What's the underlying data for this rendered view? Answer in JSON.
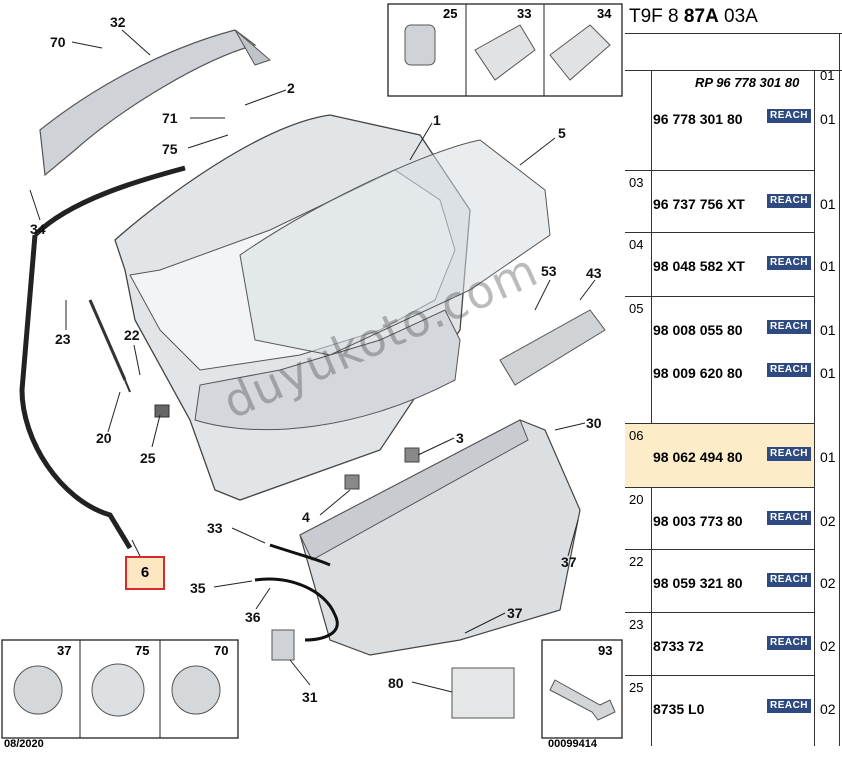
{
  "diagram": {
    "callouts": [
      "32",
      "70",
      "2",
      "71",
      "75",
      "1",
      "5",
      "34",
      "53",
      "43",
      "23",
      "22",
      "20",
      "25",
      "3",
      "30",
      "4",
      "33",
      "37",
      "6",
      "35",
      "36",
      "37",
      "31",
      "80"
    ],
    "highlighted_ref": "6",
    "watermark": "duyukoto.com",
    "date": "08/2020",
    "code": "00099414",
    "top_insets": [
      "25",
      "33",
      "34"
    ],
    "bottom_insets": [
      "37",
      "75",
      "70"
    ],
    "inset_93": "93"
  },
  "panel": {
    "header_prefix": "T9F 8 ",
    "header_bold": "87A",
    "header_suffix": " 03A",
    "rp_line": "RP 96 778 301 80",
    "rp_qty": "01",
    "reach_label": "REACH",
    "rows": [
      {
        "ref": "",
        "parts": [
          {
            "pn": "96 778 301 80",
            "qty": "01"
          }
        ]
      },
      {
        "ref": "03",
        "parts": [
          {
            "pn": "96 737 756 XT",
            "qty": "01"
          }
        ]
      },
      {
        "ref": "04",
        "parts": [
          {
            "pn": "98 048 582 XT",
            "qty": "01"
          }
        ]
      },
      {
        "ref": "05",
        "parts": [
          {
            "pn": "98 008 055 80",
            "qty": "01"
          },
          {
            "pn": "98 009 620 80",
            "qty": "01"
          }
        ]
      },
      {
        "ref": "06",
        "parts": [
          {
            "pn": "98 062 494 80",
            "qty": "01"
          }
        ]
      },
      {
        "ref": "20",
        "parts": [
          {
            "pn": "98 003 773 80",
            "qty": "02"
          }
        ]
      },
      {
        "ref": "22",
        "parts": [
          {
            "pn": "98 059 321 80",
            "qty": "02"
          }
        ]
      },
      {
        "ref": "23",
        "parts": [
          {
            "pn": "8733 72",
            "qty": "02"
          }
        ]
      },
      {
        "ref": "25",
        "parts": [
          {
            "pn": "8735 L0",
            "qty": "02"
          }
        ]
      }
    ]
  }
}
